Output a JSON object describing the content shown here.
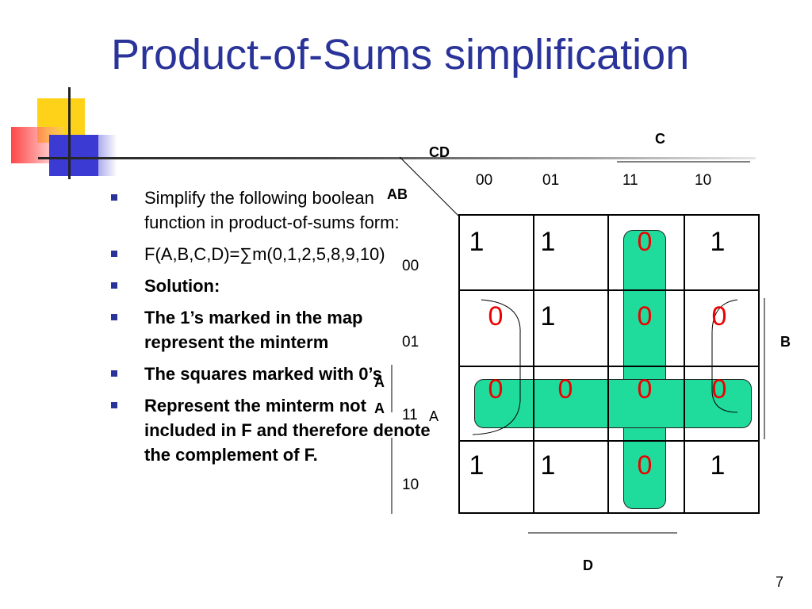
{
  "title": "Product-of-Sums simplification",
  "slide_number": "7",
  "bullets": [
    {
      "text": "Simplify the following boolean function in product-of-sums form:",
      "bold": false
    },
    {
      "text": "F(A,B,C,D)=∑m(0,1,2,5,8,9,10)",
      "bold": false
    },
    {
      "text": "Solution:",
      "bold": true
    },
    {
      "text": "The 1’s marked in the map represent the minterm",
      "bold": true
    },
    {
      "text": "The squares marked with 0’s",
      "bold": true
    },
    {
      "text": "Represent the minterm not included in F and therefore denote the complement of F.",
      "bold": true
    }
  ],
  "kmap": {
    "cd_label": "CD",
    "ab_label": "AB",
    "col_headers": [
      "00",
      "01",
      "11",
      "10"
    ],
    "row_headers": [
      "00",
      "01",
      "11",
      "10"
    ],
    "c_label": "C",
    "b_label": "B",
    "d_label": "D",
    "a_label": "A",
    "a_labels_left": [
      "A",
      "A"
    ],
    "cells": [
      [
        "1",
        "1",
        "0",
        "1"
      ],
      [
        "0",
        "1",
        "0",
        "0"
      ],
      [
        "0",
        "0",
        "0",
        "0"
      ],
      [
        "1",
        "1",
        "0",
        "1"
      ]
    ],
    "colors": {
      "one": "#000000",
      "zero": "#ee0000",
      "group_fill": "#1fdc9c"
    }
  }
}
